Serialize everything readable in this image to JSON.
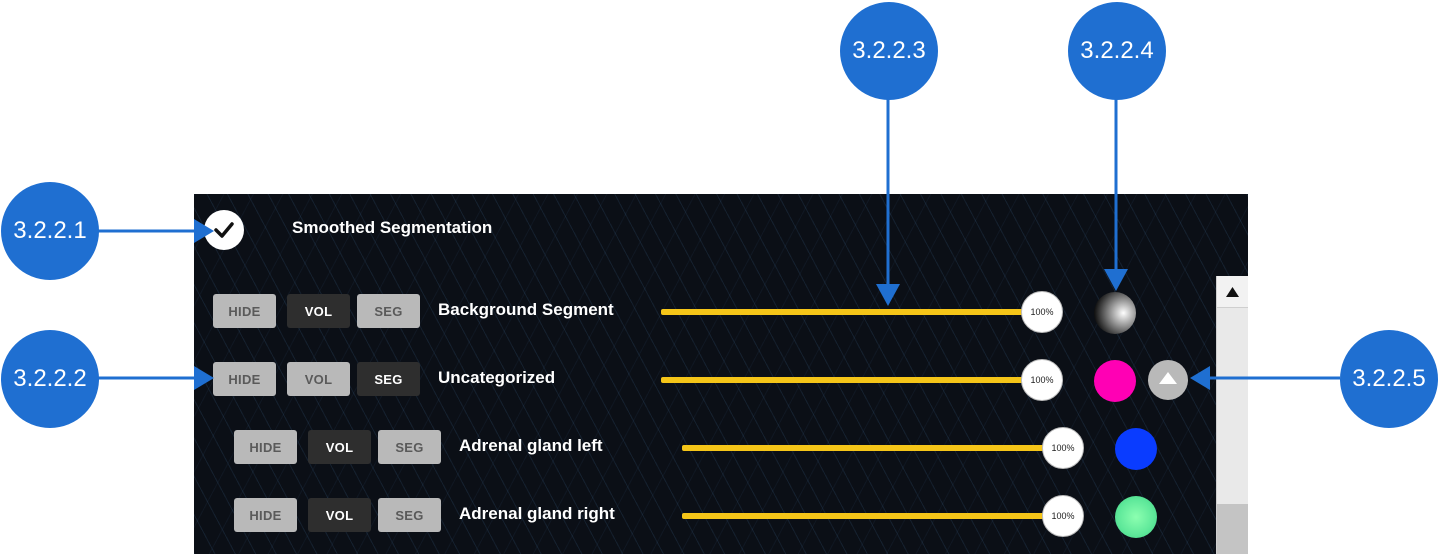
{
  "panel": {
    "title": "Smoothed Segmentation",
    "checked": true
  },
  "rows": [
    {
      "hide": "HIDE",
      "vol": "VOL",
      "seg": "SEG",
      "label": "Background Segment",
      "opacity": "100%",
      "active": "vol"
    },
    {
      "hide": "HIDE",
      "vol": "VOL",
      "seg": "SEG",
      "label": "Uncategorized",
      "opacity": "100%",
      "active": "seg"
    },
    {
      "hide": "HIDE",
      "vol": "VOL",
      "seg": "SEG",
      "label": "Adrenal gland left",
      "opacity": "100%",
      "active": "vol"
    },
    {
      "hide": "HIDE",
      "vol": "VOL",
      "seg": "SEG",
      "label": "Adrenal gland right",
      "opacity": "100%",
      "active": "vol"
    }
  ],
  "colors": {
    "row_0": "radial-gradient",
    "row_1": "#ff00b4",
    "row_2": "#0a3cff",
    "row_3": "#64f09a",
    "slider": "#f5c518",
    "callout": "#1f6fd1"
  },
  "callouts": {
    "c1": "3.2.2.1",
    "c2": "3.2.2.2",
    "c3": "3.2.2.3",
    "c4": "3.2.2.4",
    "c5": "3.2.2.5"
  }
}
